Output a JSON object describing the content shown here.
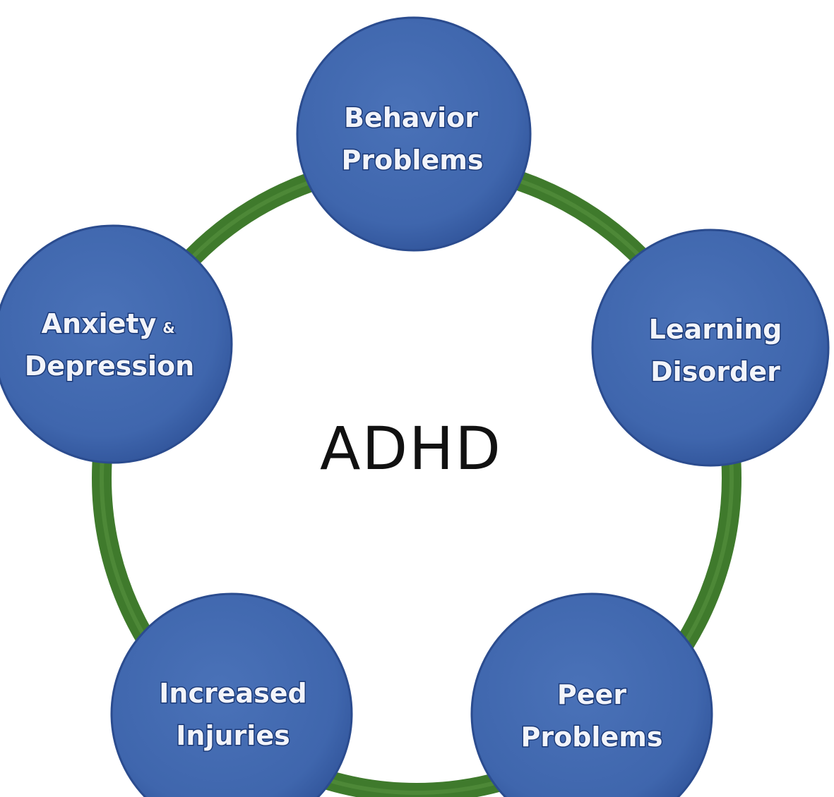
{
  "center": {
    "label": "ADHD"
  },
  "nodes": [
    {
      "id": "behavior-problems",
      "lines": [
        "Behavior",
        "Problems"
      ]
    },
    {
      "id": "learning-disorder",
      "lines": [
        "Learning",
        "Disorder"
      ]
    },
    {
      "id": "peer-problems",
      "lines": [
        "Peer",
        "Problems"
      ]
    },
    {
      "id": "increased-injuries",
      "lines": [
        "Increased",
        "Injuries"
      ]
    },
    {
      "id": "anxiety-depression",
      "lines": [
        "Anxiety",
        "Depression"
      ],
      "small_word": "&"
    }
  ],
  "colors": {
    "node_fill": "#3f66ad",
    "node_edge": "#2b4c8f",
    "ring": "#3f7a2c",
    "ring_light": "#5f9a45",
    "center_text": "#111111",
    "background": "#ffffff"
  }
}
